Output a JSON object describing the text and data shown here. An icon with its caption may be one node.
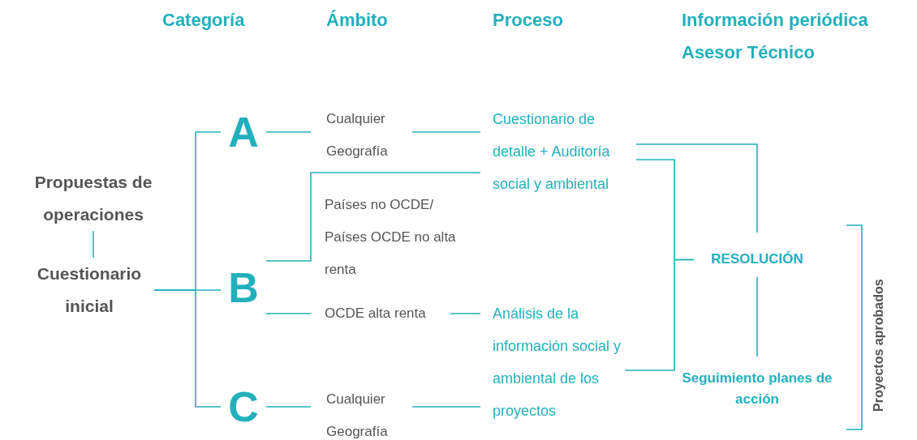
{
  "diagram": {
    "nodes": [
      {
        "text": [
          "Propuestas de operaciones"
        ]
      },
      {
        "text": [
          "Cuestionario inicial"
        ]
      },
      {
        "text": [
          "A"
        ]
      },
      {
        "text": [
          "B"
        ]
      },
      {
        "text": [
          "C"
        ]
      },
      {
        "text": [
          "Cualquier Geografía"
        ]
      },
      {
        "text": [
          "OCDE alta renta"
        ]
      },
      {
        "text": [
          "Cualquier Geografía"
        ]
      },
      {
        "text": [
          "Cuestionario de detalle + Auditoría social y ambiental"
        ]
      },
      {
        "text": [
          "Análisis de la información social y ambiental de los proyectos"
        ]
      },
      {
        "text": [
          "RESOLUCIÓN"
        ]
      },
      {
        "text": [
          "Seguimiento planes de acción"
        ]
      }
    ],
    "edges": [
      {
        "from": 0,
        "to": 1,
        "arrow": "none"
      },
      {
        "from": 1,
        "to": 2,
        "arrow": "none"
      },
      {
        "from": 1,
        "to": 3,
        "arrow": "none"
      },
      {
        "from": 1,
        "to": 4,
        "arrow": "none"
      },
      {
        "from": 2,
        "to": 5,
        "arrow": "none"
      },
      {
        "from": 5,
        "to": 8,
        "arrow": "none"
      },
      {
        "from": 3,
        "to": 8,
        "arrow": "none",
        "label": "Países no OCDE/ Países OCDE no alta renta"
      },
      {
        "from": 3,
        "to": 6,
        "arrow": "none"
      },
      {
        "from": 6,
        "to": 9,
        "arrow": "none"
      },
      {
        "from": 4,
        "to": 7,
        "arrow": "none"
      },
      {
        "from": 7,
        "to": 9,
        "arrow": "none"
      },
      {
        "from": 8,
        "to": 10,
        "arrow": "none"
      },
      {
        "from": 8,
        "to": 10,
        "arrow": "none"
      },
      {
        "from": 9,
        "to": 10,
        "arrow": "none"
      },
      {
        "from": 10,
        "to": 11,
        "arrow": "none"
      }
    ],
    "labels": [
      "Categoría",
      "Ámbito",
      "Proceso",
      "Información periódica Asesor Técnico",
      "Proyectos aprobados"
    ]
  }
}
